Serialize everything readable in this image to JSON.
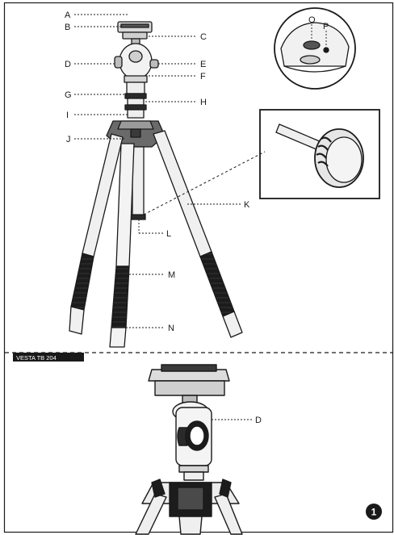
{
  "callouts": {
    "a": "A",
    "b": "B",
    "c": "C",
    "d": "D",
    "e": "E",
    "f": "F",
    "g": "G",
    "h": "H",
    "i": "I",
    "j": "J",
    "k": "K",
    "l": "L",
    "m": "M",
    "n": "N",
    "o": "O",
    "p": "P",
    "d2": "D"
  },
  "section_label": "VESTA TB 204",
  "figure_number": "1",
  "colors": {
    "ink": "#1a1a1a",
    "paper": "#ffffff",
    "grip": "#1c1c1c",
    "metal": "#e9e9e9"
  }
}
